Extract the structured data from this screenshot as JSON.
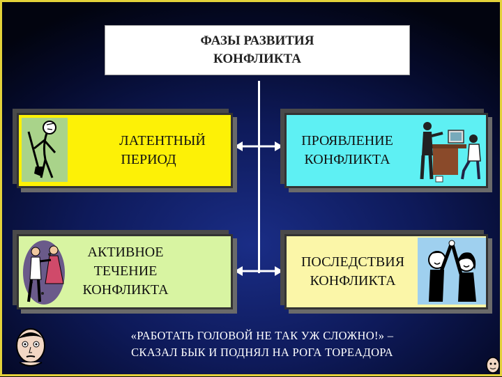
{
  "title": {
    "line1": "ФАЗЫ РАЗВИТИЯ",
    "line2": "КОНФЛИКТА"
  },
  "phases": {
    "latent": {
      "line1": "ЛАТЕНТНЫЙ",
      "line2": "ПЕРИОД"
    },
    "manifest": {
      "line1": "ПРОЯВЛЕНИЕ",
      "line2": "КОНФЛИКТА"
    },
    "active": {
      "line1": "АКТИВНОЕ",
      "line2": "ТЕЧЕНИЕ",
      "line3": "КОНФЛИКТА"
    },
    "consequences": {
      "line1": "ПОСЛЕДСТВИЯ",
      "line2": "КОНФЛИКТА"
    }
  },
  "quote": {
    "line1": "«РАБОТАТЬ  ГОЛОВОЙ  НЕ ТАК  УЖ  СЛОЖНО!» –",
    "line2": "СКАЗАЛ  БЫК  И  ПОДНЯЛ  НА РОГА  ТОРЕАДОРА"
  },
  "colors": {
    "frame": "#e3d23a",
    "latent": "#fdf106",
    "manifest": "#5ef0f3",
    "active": "#d8f4a2",
    "consequences": "#fbf6a8",
    "connector": "#ffffff"
  },
  "icons": {
    "latent": "stick-figure-digging-icon",
    "manifest": "office-argument-icon",
    "active": "dancing-couple-icon",
    "consequences": "high-five-icon",
    "corner-left": "thinking-man-icon",
    "corner-right": "small-face-icon"
  }
}
